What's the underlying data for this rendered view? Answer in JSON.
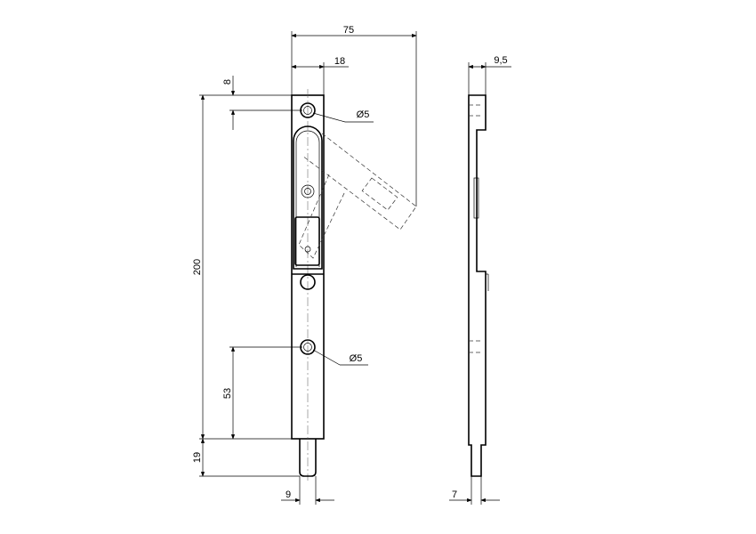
{
  "dimensions": {
    "overall_reach": "75",
    "width": "18",
    "hole_offset_top": "8",
    "length": "200",
    "hole_offset_bottom": "53",
    "pin_length": "19",
    "pin_diameter": "9",
    "hole_diameter_top": "Ø5",
    "hole_diameter_bottom": "Ø5",
    "side_thickness": "9,5",
    "side_pin": "7"
  },
  "colors": {
    "line": "#000000"
  }
}
